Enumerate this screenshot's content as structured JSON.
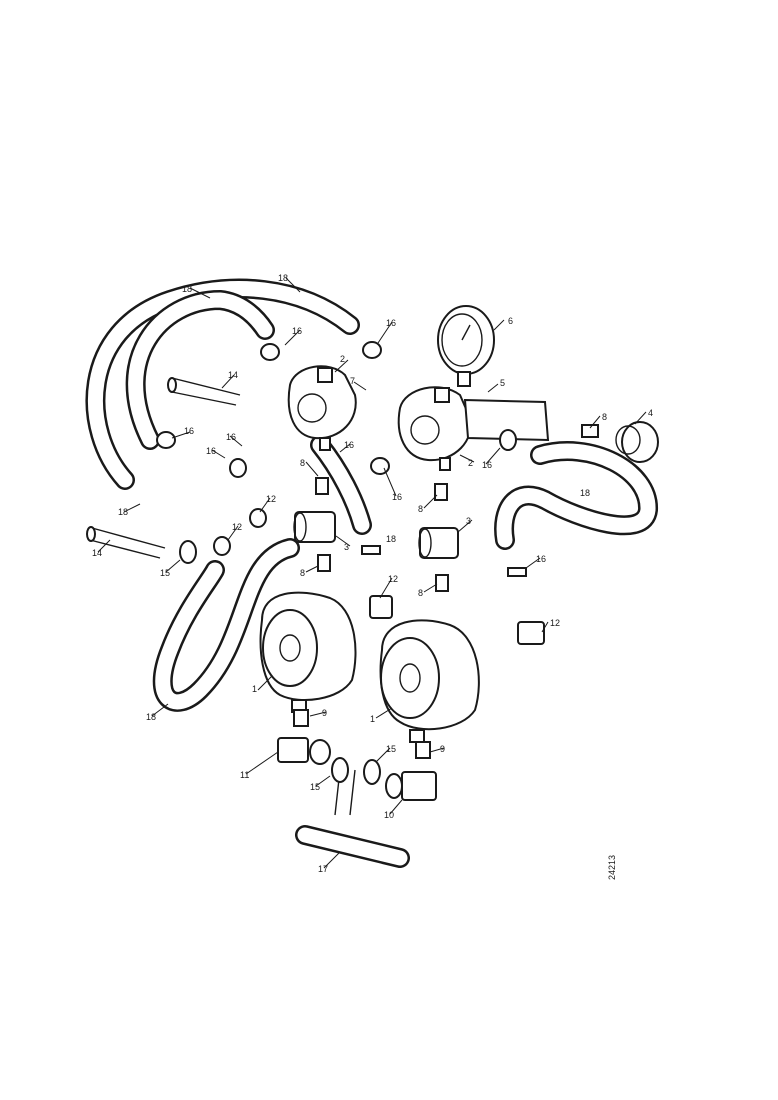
{
  "diagram": {
    "reference_number": "24213",
    "callouts": {
      "c1a": "1",
      "c1b": "1",
      "c2a": "2",
      "c2b": "2",
      "c3a": "3",
      "c3b": "3",
      "c4": "4",
      "c5": "5",
      "c6": "6",
      "c7": "7",
      "c8a": "8",
      "c8b": "8",
      "c8c": "8",
      "c8d": "8",
      "c8e": "8",
      "c9a": "9",
      "c9b": "9",
      "c10": "10",
      "c11": "11",
      "c12a": "12",
      "c12b": "12",
      "c12c": "12",
      "c12d": "12",
      "c14a": "14",
      "c14b": "14",
      "c15a": "15",
      "c15b": "15",
      "c15c": "15",
      "c16a": "16",
      "c16b": "16",
      "c16c": "16",
      "c16d": "16",
      "c16e": "16",
      "c16f": "16",
      "c16g": "16",
      "c16h": "16",
      "c16i": "16",
      "c17": "17",
      "c18a": "18",
      "c18b": "18",
      "c18c": "18",
      "c18d": "18",
      "c18e": "18",
      "c18f": "18"
    }
  }
}
